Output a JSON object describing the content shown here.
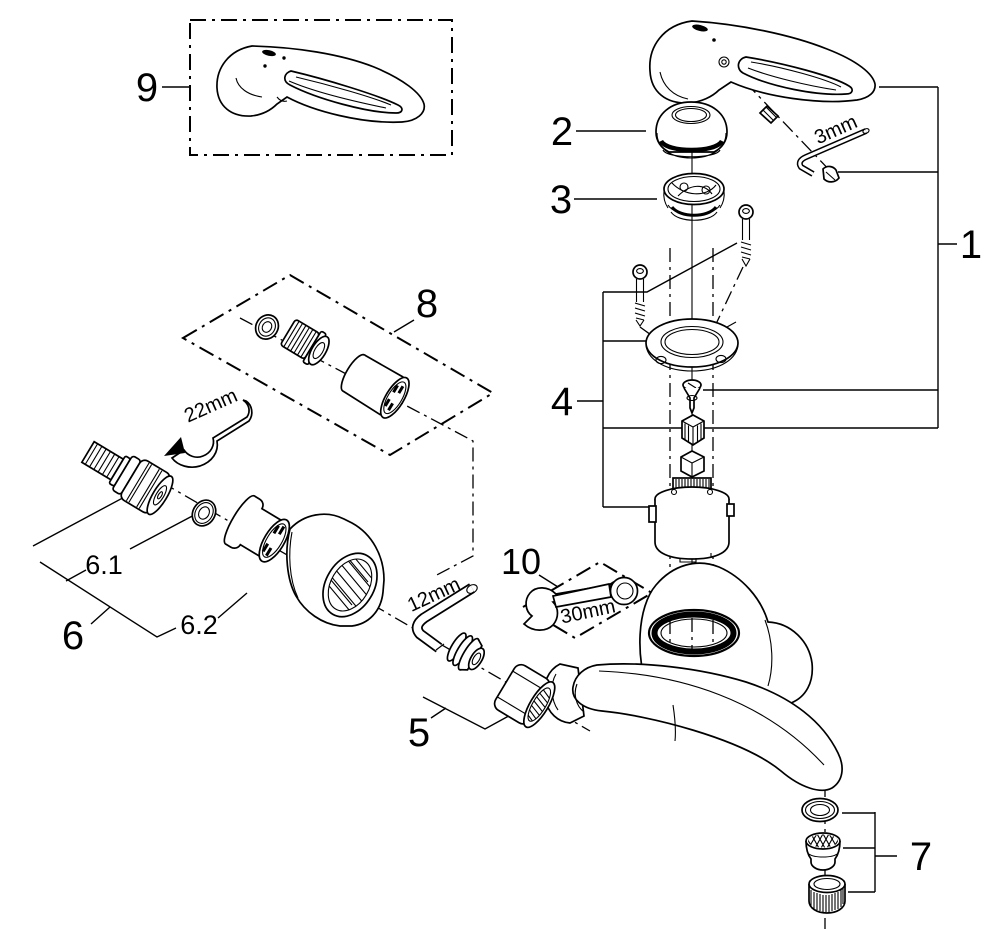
{
  "colors": {
    "line": "#000000",
    "background": "#ffffff"
  },
  "callouts": {
    "c1": "1",
    "c2": "2",
    "c3": "3",
    "c4": "4",
    "c5": "5",
    "c6": "6",
    "c6_1": "6.1",
    "c6_2": "6.2",
    "c7": "7",
    "c8": "8",
    "c9": "9",
    "c10": "10"
  },
  "tool_labels": {
    "hex3": "3mm",
    "wrench22": "22mm",
    "hex12": "12mm",
    "wrench30": "30mm"
  }
}
